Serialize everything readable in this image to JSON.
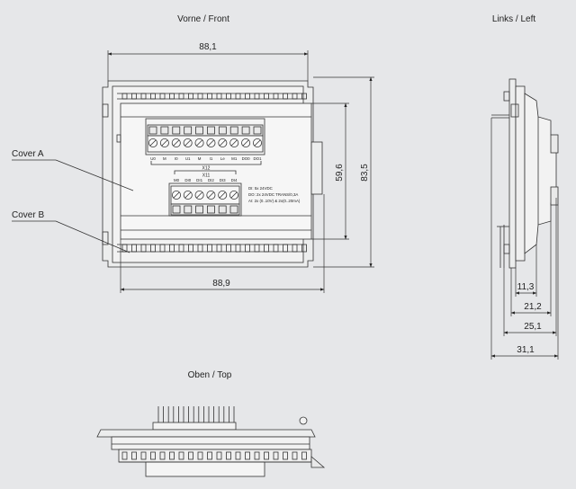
{
  "views": {
    "front_title": "Vorne / Front",
    "left_title": "Links / Left",
    "top_title": "Oben / Top"
  },
  "callouts": {
    "cover_a": "Cover A",
    "cover_b": "Cover B"
  },
  "dimensions": {
    "front_width_top": "88,1",
    "front_width_bottom": "88,9",
    "front_height_inner": "59,6",
    "front_height_outer": "83,5",
    "side_d1": "11,3",
    "side_d2": "21,2",
    "side_d3": "25,1",
    "side_d4": "31,1"
  },
  "terminals": {
    "x12_label": "X12",
    "x12_pins": [
      "U0",
      "M",
      "I0",
      "U1",
      "M",
      "I1",
      "Le",
      "M1",
      "DO0",
      "DO1"
    ],
    "x11_label": "X11",
    "x11_pins": [
      "M0",
      "DI0",
      "DI1",
      "DI2",
      "DI3",
      "DI4"
    ]
  },
  "specs": [
    "DI: 5x 24VDC",
    "DO: 2x 24VDC TRANS/0,3A",
    "AI: 2x (0..10V) & 2x(0..20mA)"
  ]
}
